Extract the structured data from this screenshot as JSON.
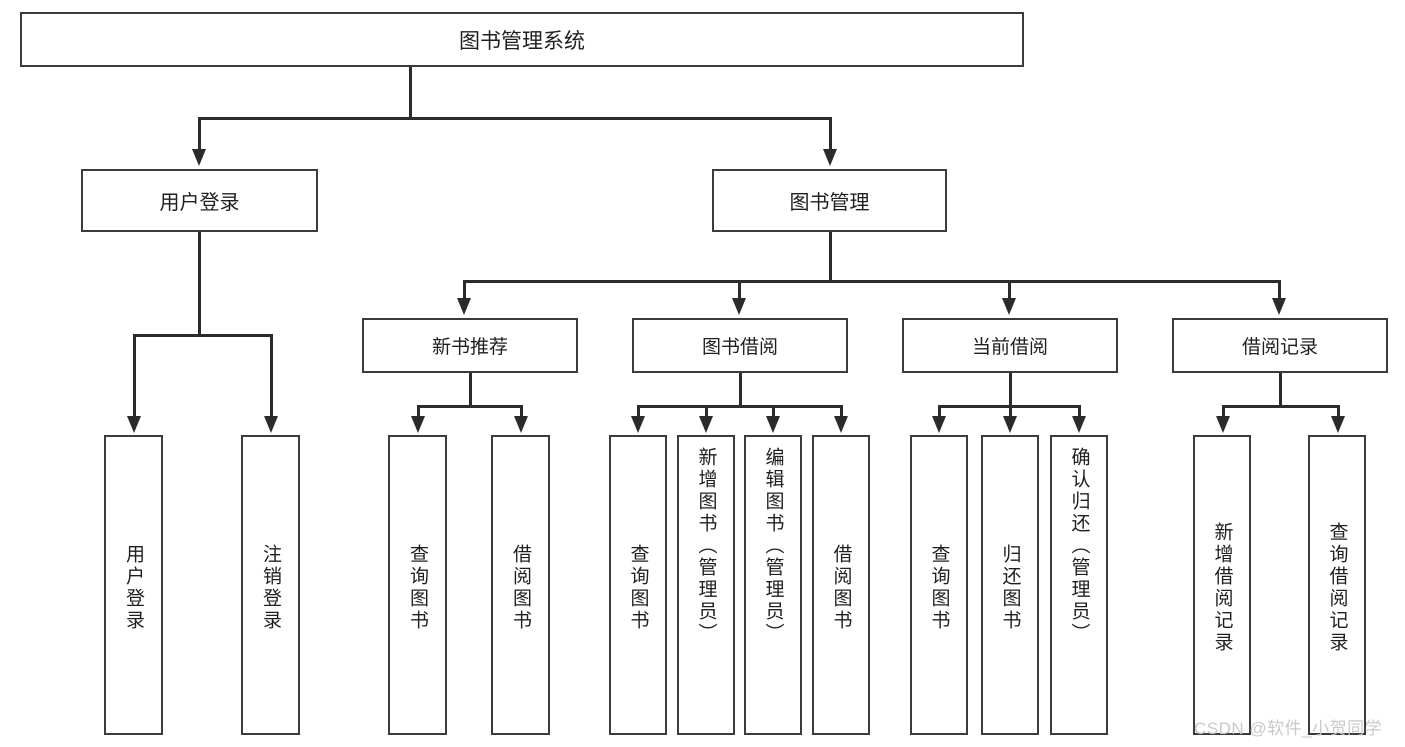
{
  "diagram": {
    "type": "tree-hierarchy",
    "title": "图书管理系统",
    "root": {
      "id": "root",
      "label": "图书管理系统"
    },
    "level2": [
      {
        "id": "user-login",
        "label": "用户登录"
      },
      {
        "id": "book-manage",
        "label": "图书管理"
      }
    ],
    "level3": [
      {
        "id": "new-book-recommend",
        "label": "新书推荐"
      },
      {
        "id": "book-borrow",
        "label": "图书借阅"
      },
      {
        "id": "current-borrow",
        "label": "当前借阅"
      },
      {
        "id": "borrow-record",
        "label": "借阅记录"
      }
    ],
    "leaves": {
      "user_login": [
        {
          "id": "leaf-user-login",
          "label": "用户登录"
        },
        {
          "id": "leaf-user-logout",
          "label": "注销登录"
        }
      ],
      "new_book_recommend": [
        {
          "id": "leaf-query-book-1",
          "label": "查询图书"
        },
        {
          "id": "leaf-borrow-book-1",
          "label": "借阅图书"
        }
      ],
      "book_borrow": [
        {
          "id": "leaf-query-book-2",
          "label": "查询图书"
        },
        {
          "id": "leaf-add-book",
          "label": "新增图书（管理员）"
        },
        {
          "id": "leaf-edit-book",
          "label": "编辑图书（管理员）"
        },
        {
          "id": "leaf-borrow-book-2",
          "label": "借阅图书"
        }
      ],
      "current_borrow": [
        {
          "id": "leaf-query-book-3",
          "label": "查询图书"
        },
        {
          "id": "leaf-return-book",
          "label": "归还图书"
        },
        {
          "id": "leaf-confirm-return",
          "label": "确认归还（管理员）"
        }
      ],
      "borrow_record": [
        {
          "id": "leaf-add-record",
          "label": "新增借阅记录"
        },
        {
          "id": "leaf-query-record",
          "label": "查询借阅记录"
        }
      ]
    }
  },
  "watermark": {
    "text": "CSDN @软件_小贺同学"
  },
  "colors": {
    "box_border": "#3b3b3b",
    "connector": "#2b2b2b",
    "text": "#1f1f1f",
    "background": "#ffffff",
    "watermark": "#c9c9c9"
  }
}
